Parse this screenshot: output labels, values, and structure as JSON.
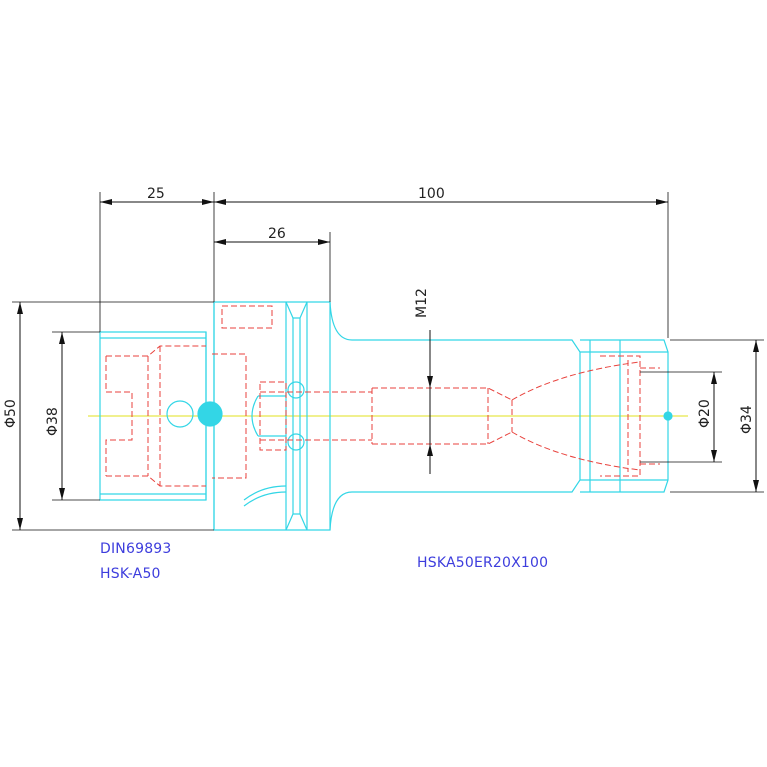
{
  "drawing": {
    "dimensions": {
      "taper_length": "25",
      "overall_length": "100",
      "flange_length": "26",
      "thread": "M12",
      "dia_flange": "Φ50",
      "dia_taper": "Φ38",
      "dia_collet": "Φ20",
      "dia_nose": "Φ34"
    },
    "labels": {
      "standard": "DIN69893",
      "type": "HSK-A50",
      "part_number": "HSKA50ER20X100"
    },
    "colors": {
      "outline": "#33d6e6",
      "hidden": "#e8413c",
      "dimension": "#111111",
      "axis": "#e6e64a",
      "text": "#3d3ddd"
    }
  }
}
